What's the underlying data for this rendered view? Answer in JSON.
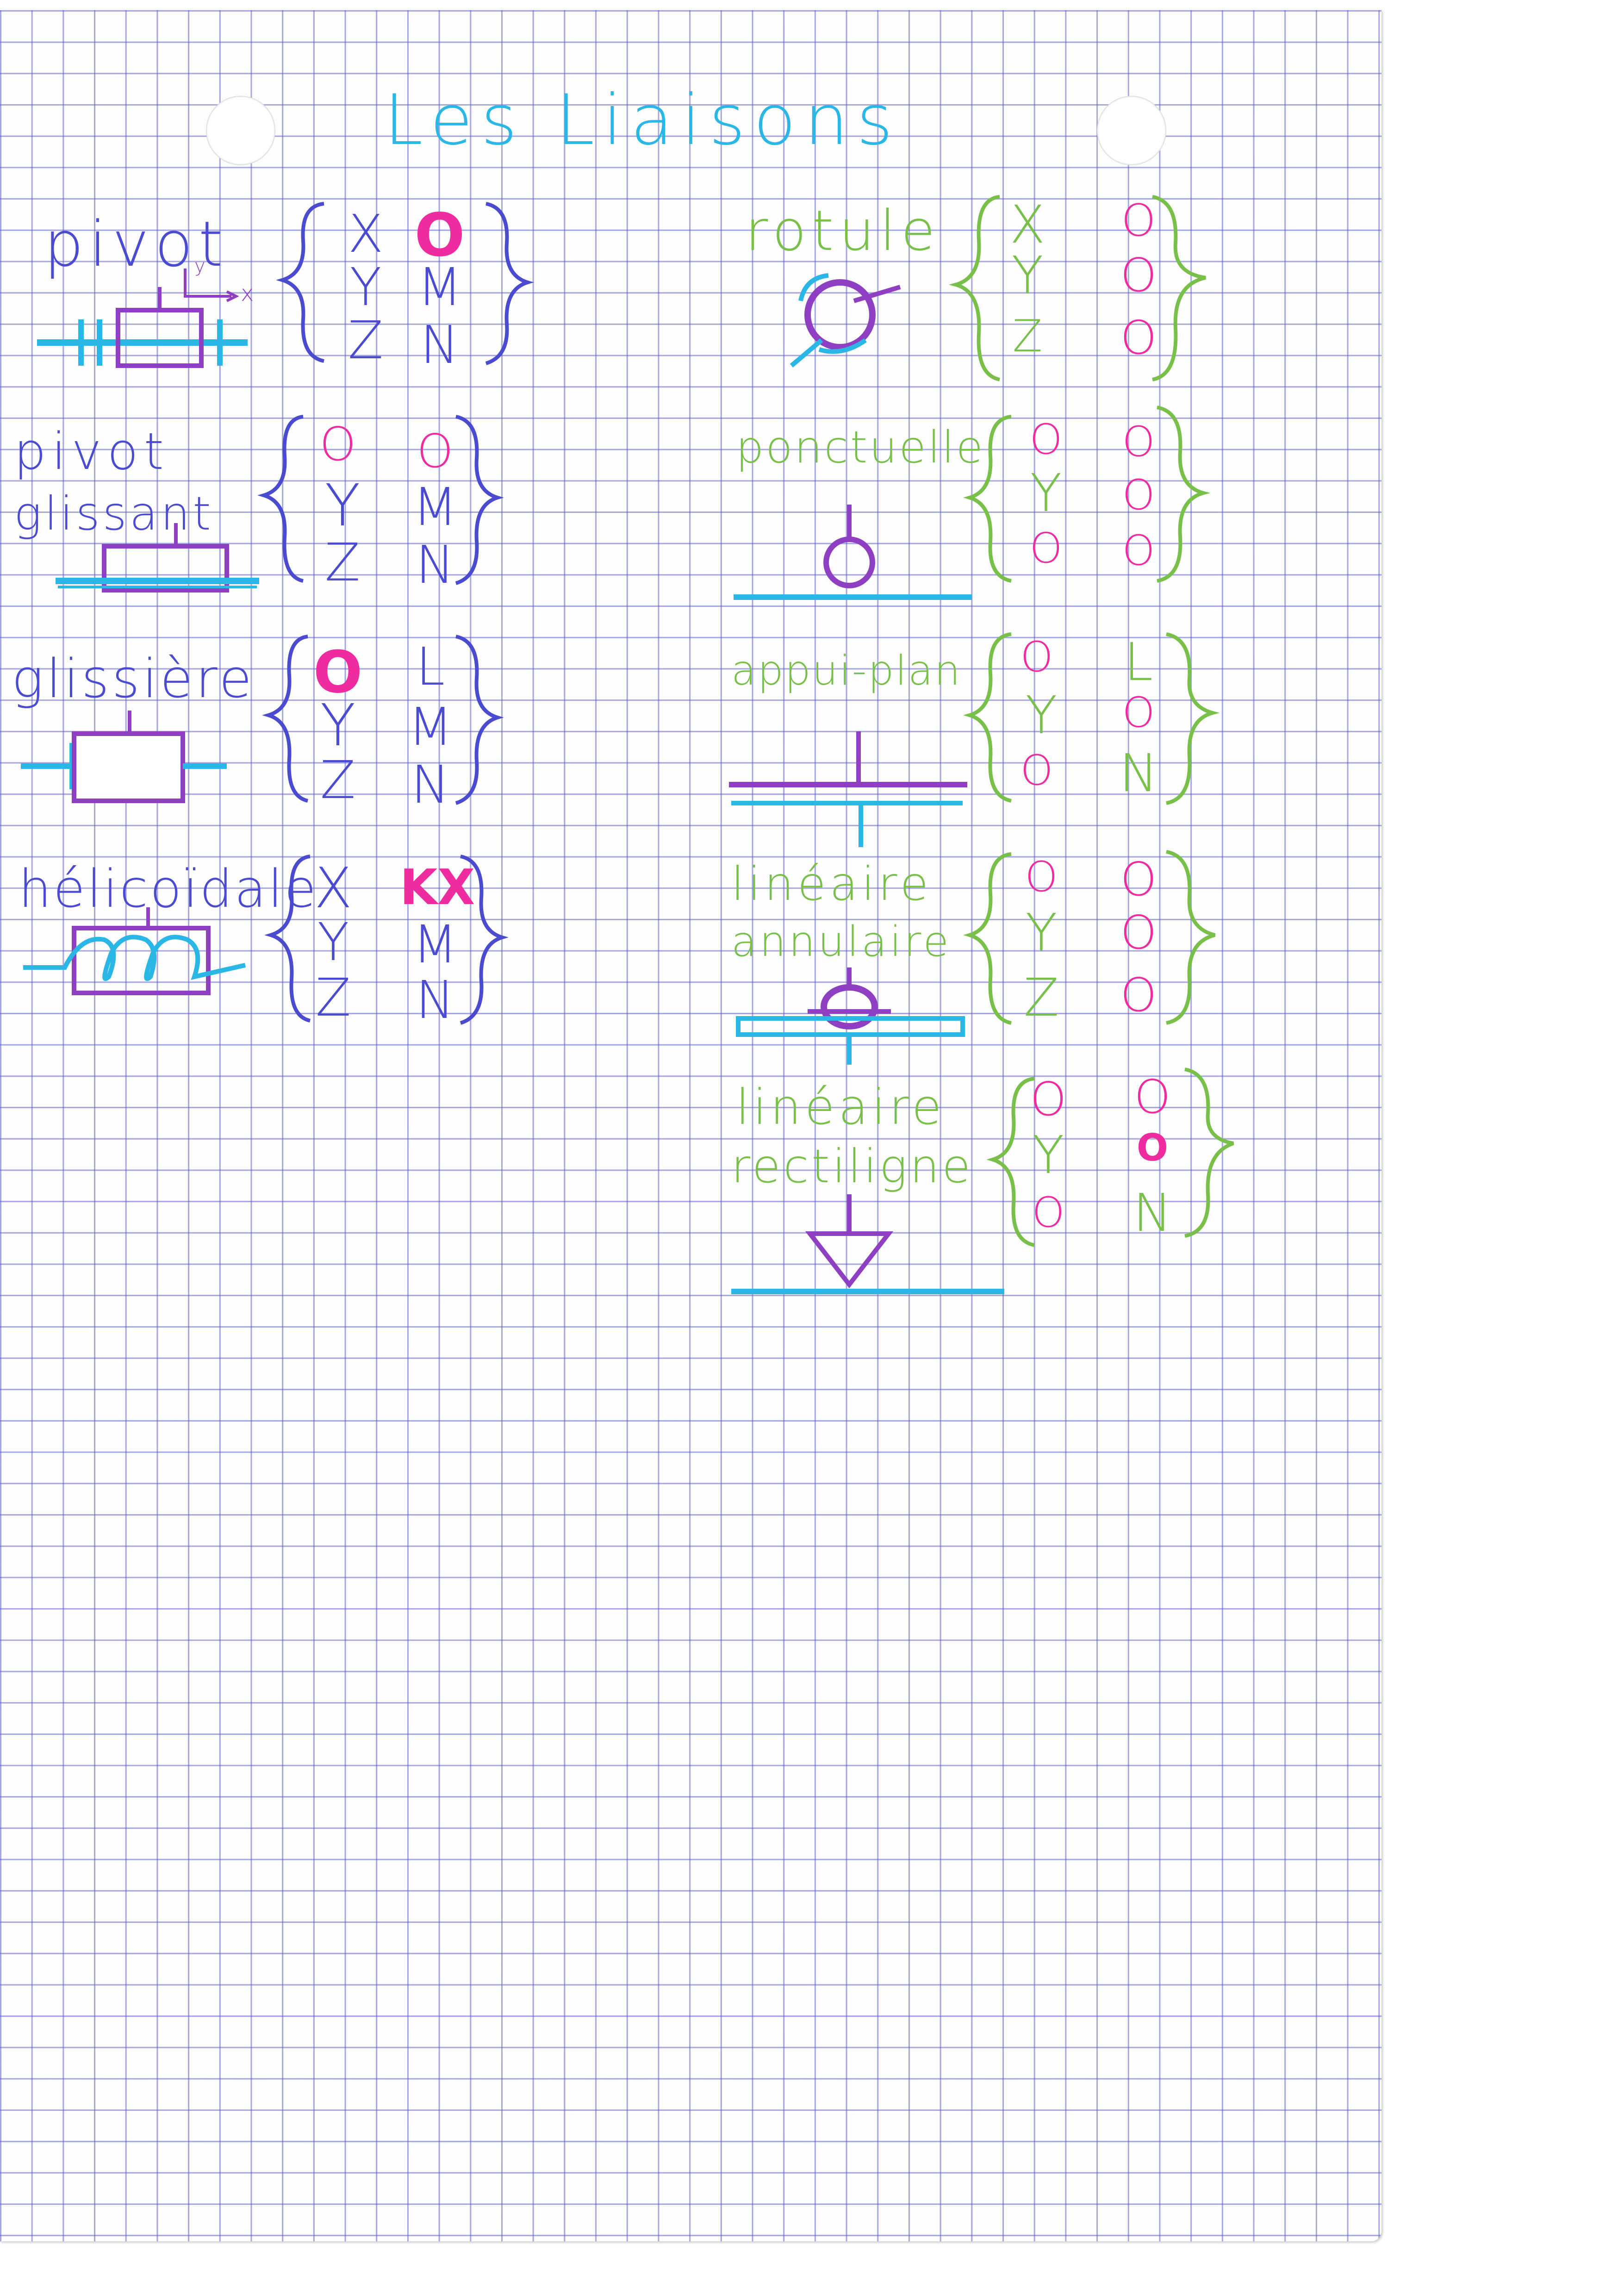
{
  "title": "Les Liaisons",
  "colors": {
    "grid": "#6f6fd0",
    "title": "#2ab7e6",
    "left_labels": "#4b4bd0",
    "right_labels": "#79c04a",
    "zero_and_highlight": "#ee2ca0",
    "shaft": "#2ab7e6",
    "body": "#8f3fc2"
  },
  "left_liaisons": [
    {
      "label": "pivot",
      "label2": "",
      "axis_x": "x",
      "axis_y": "y",
      "rows": [
        [
          "X",
          "O"
        ],
        [
          "Y",
          "M"
        ],
        [
          "Z",
          "N"
        ]
      ]
    },
    {
      "label": "pivot",
      "label2": "glissant",
      "rows": [
        [
          "O",
          "O"
        ],
        [
          "Y",
          "M"
        ],
        [
          "Z",
          "N"
        ]
      ]
    },
    {
      "label": "glissière",
      "label2": "",
      "rows": [
        [
          "O",
          "L"
        ],
        [
          "Y",
          "M"
        ],
        [
          "Z",
          "N"
        ]
      ]
    },
    {
      "label": "hélicoïdale",
      "label2": "",
      "rows": [
        [
          "X",
          "kX"
        ],
        [
          "Y",
          "M"
        ],
        [
          "Z",
          "N"
        ]
      ]
    }
  ],
  "right_liaisons": [
    {
      "label": "rotule",
      "label2": "",
      "rows": [
        [
          "X",
          "O"
        ],
        [
          "Y",
          "O"
        ],
        [
          "Z",
          "O"
        ]
      ]
    },
    {
      "label": "ponctuelle",
      "label2": "",
      "rows": [
        [
          "O",
          "O"
        ],
        [
          "Y",
          "O"
        ],
        [
          "O",
          "O"
        ]
      ]
    },
    {
      "label": "appui-plan",
      "label2": "",
      "rows": [
        [
          "O",
          "L"
        ],
        [
          "Y",
          "O"
        ],
        [
          "O",
          "N"
        ]
      ]
    },
    {
      "label": "linéaire",
      "label2": "annulaire",
      "rows": [
        [
          "O",
          "O"
        ],
        [
          "Y",
          "O"
        ],
        [
          "Z",
          "O"
        ]
      ]
    },
    {
      "label": "linéaire",
      "label2": "rectiligne",
      "rows": [
        [
          "O",
          "O"
        ],
        [
          "Y",
          "O"
        ],
        [
          "O",
          "N"
        ]
      ]
    }
  ],
  "icons": {
    "page_holes": "binder-hole-icon",
    "brace": "curly-brace-icon"
  }
}
